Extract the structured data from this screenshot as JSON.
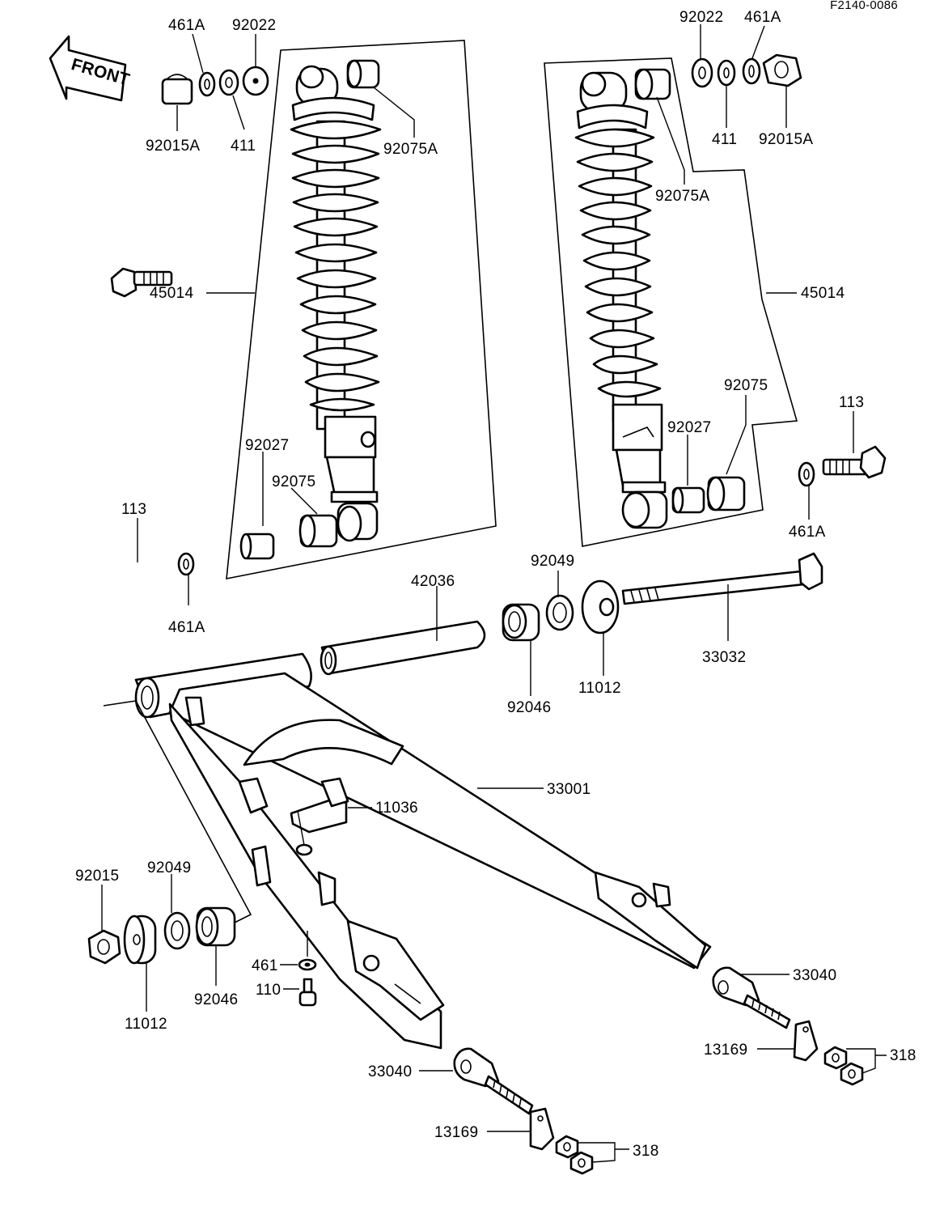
{
  "diagram_code": "F2140-0086",
  "front_label": "FRONT",
  "labels": {
    "nut_cap_left": "92015A",
    "lock_washer_left_top": "461A",
    "washer_411_left": "411",
    "washer_92022_left": "92022",
    "bushing_top_left": "92075A",
    "shock_left": "45014",
    "collar_92027_left": "92027",
    "bushing_92075_left": "92075",
    "bolt_113_left": "113",
    "lock_washer_left_bottom": "461A",
    "washer_92022_right": "92022",
    "lock_washer_right_top": "461A",
    "washer_411_right": "411",
    "nut_cap_right": "92015A",
    "bushing_top_right": "92075A",
    "shock_right": "45014",
    "bushing_92075_right": "92075",
    "collar_92027_right": "92027",
    "bolt_113_right": "113",
    "lock_washer_right_bottom": "461A",
    "pivot_sleeve": "42036",
    "seal_right": "92049",
    "bearing_right": "92046",
    "cap_right": "11012",
    "pivot_shaft": "33032",
    "swingarm": "33001",
    "chain_guide": "11036",
    "pivot_nut_left": "92015",
    "seal_left": "92049",
    "cap_left": "11012",
    "bearing_left": "92046",
    "washer_461": "461",
    "bolt_110": "110",
    "adjuster_right": "33040",
    "block_right": "13169",
    "nuts_right": "318",
    "adjuster_left": "33040",
    "block_left": "13169",
    "nuts_left": "318"
  }
}
